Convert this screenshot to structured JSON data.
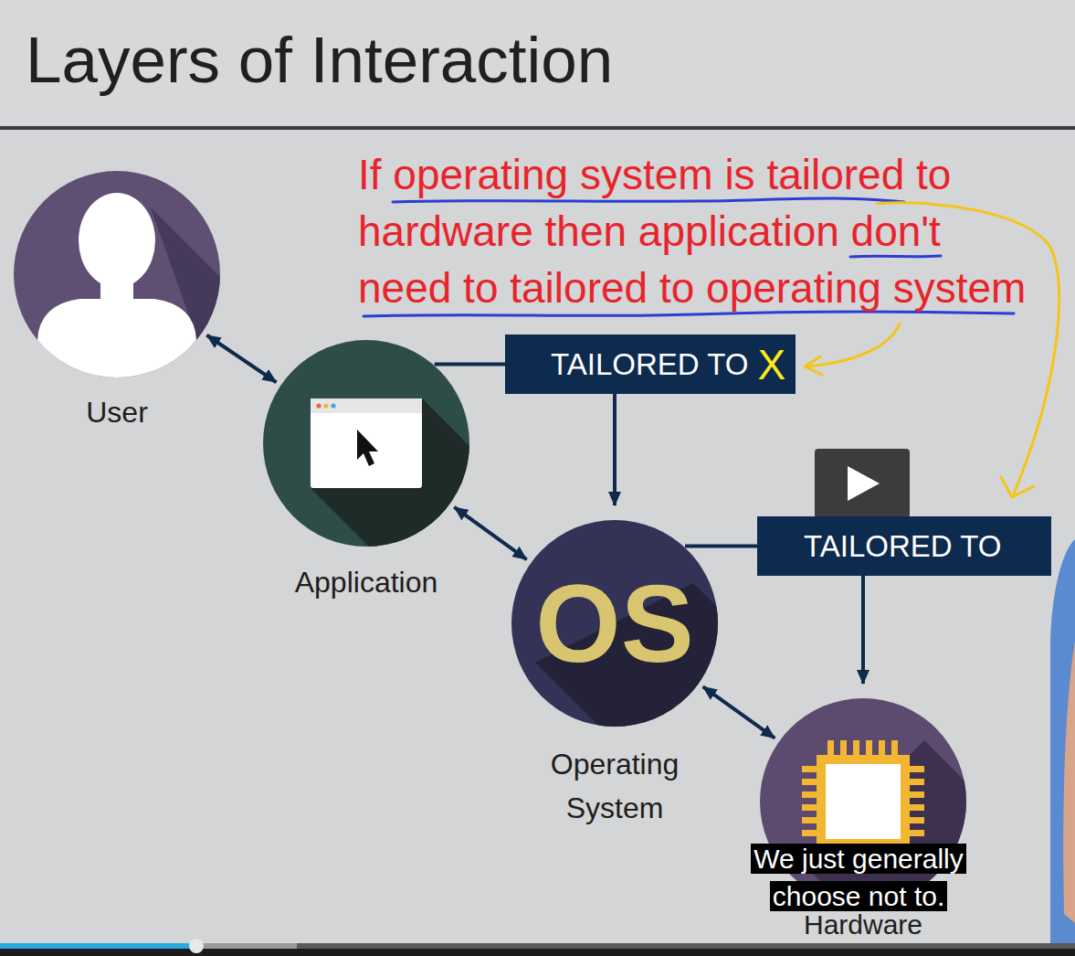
{
  "diagram": {
    "title": "Layers of Interaction",
    "nodes": [
      {
        "text": [
          "User"
        ]
      },
      {
        "text": [
          "Application"
        ]
      },
      {
        "text": [
          "TAILORED TO",
          "X"
        ]
      },
      {
        "text": [
          "OS",
          "Operating System"
        ]
      },
      {
        "text": [
          "TAILORED TO"
        ]
      },
      {
        "text": [
          "Hardware"
        ]
      }
    ],
    "edges": [
      {
        "from": 0,
        "to": 1,
        "arrow": "both"
      },
      {
        "from": 1,
        "to": 3,
        "arrow": "both"
      },
      {
        "from": 3,
        "to": 5,
        "arrow": "both"
      },
      {
        "from": 1,
        "to": 2,
        "arrow": "none"
      },
      {
        "from": 2,
        "to": 3,
        "arrow": "to"
      },
      {
        "from": 3,
        "to": 4,
        "arrow": "none"
      },
      {
        "from": 4,
        "to": 5,
        "arrow": "to"
      }
    ],
    "labels": [
      "If operating system is tailored to hardware then application don't need to tailored to operating system",
      "We just generally choose not to."
    ]
  }
}
